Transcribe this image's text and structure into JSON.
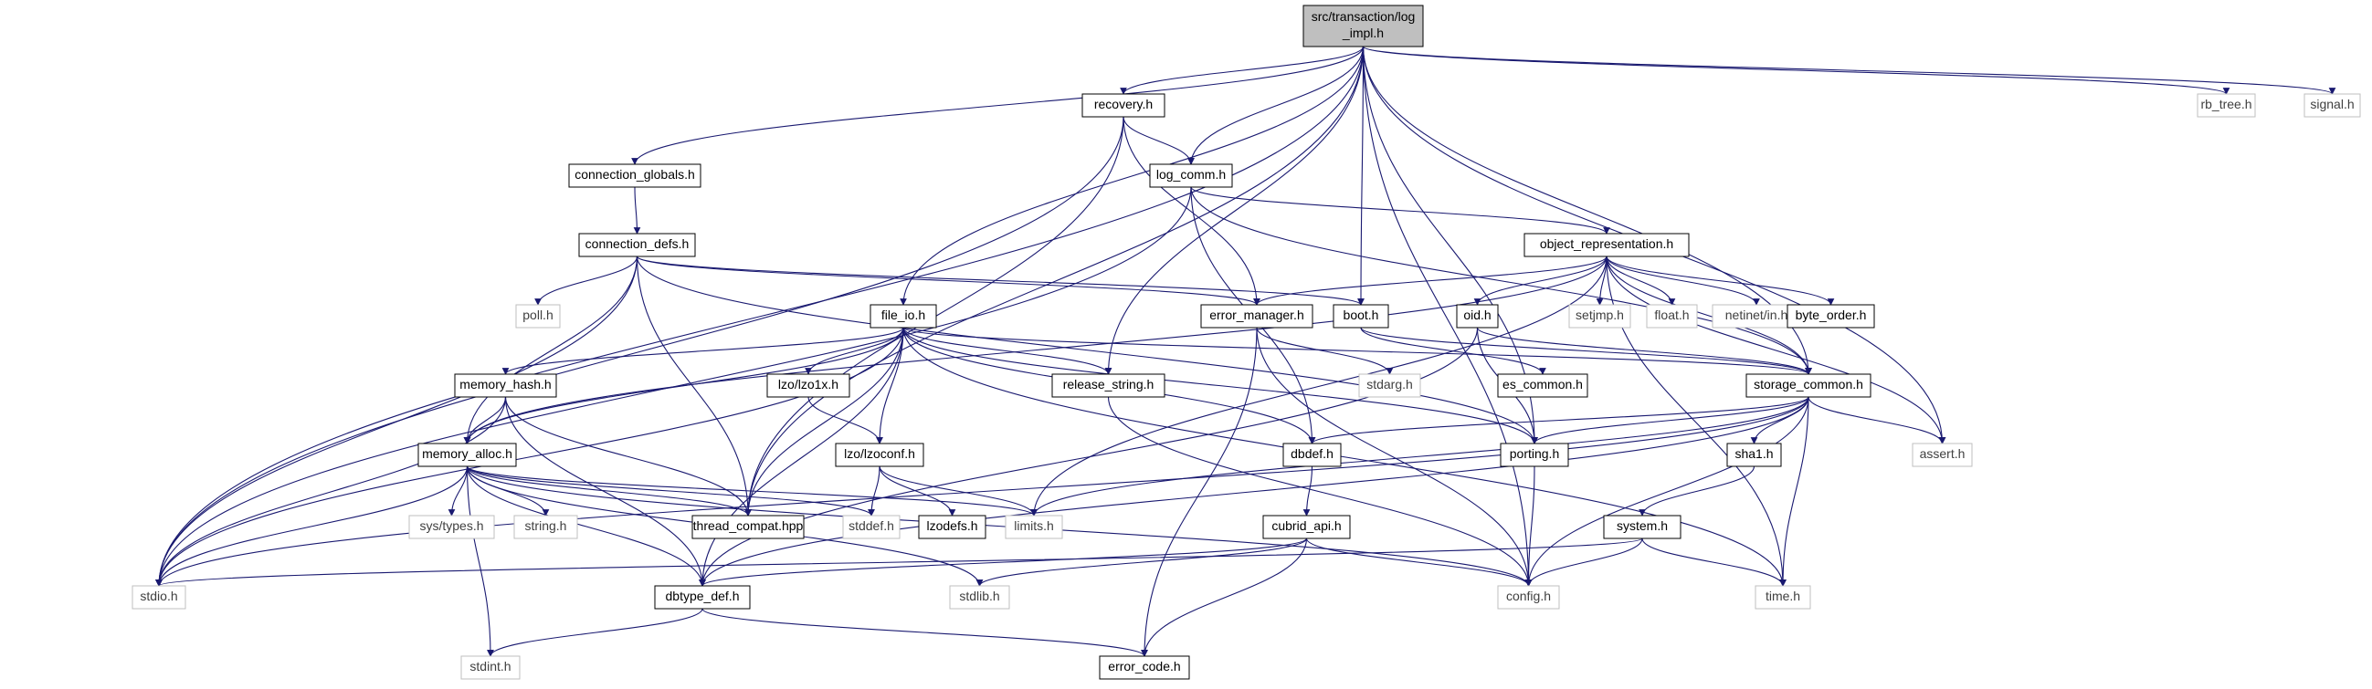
{
  "colors": {
    "root_fill": "#bfbfbf",
    "node_fill": "#ffffff",
    "node_border": "#000000",
    "ext_border": "#bfbfbf",
    "ext_text": "#404040",
    "edge": "#191970"
  },
  "nodes": {
    "root": {
      "label_lines": [
        "src/transaction/log",
        "_impl.h"
      ],
      "style": "root"
    },
    "recovery": {
      "label_lines": [
        "recovery.h"
      ],
      "style": "file"
    },
    "rb_tree": {
      "label_lines": [
        "rb_tree.h"
      ],
      "style": "ext"
    },
    "signal": {
      "label_lines": [
        "signal.h"
      ],
      "style": "ext"
    },
    "connection_globals": {
      "label_lines": [
        "connection_globals.h"
      ],
      "style": "file"
    },
    "log_comm": {
      "label_lines": [
        "log_comm.h"
      ],
      "style": "file"
    },
    "connection_defs": {
      "label_lines": [
        "connection_defs.h"
      ],
      "style": "file"
    },
    "object_representation": {
      "label_lines": [
        "object_representation.h"
      ],
      "style": "file"
    },
    "poll": {
      "label_lines": [
        "poll.h"
      ],
      "style": "ext"
    },
    "file_io": {
      "label_lines": [
        "file_io.h"
      ],
      "style": "file"
    },
    "error_manager": {
      "label_lines": [
        "error_manager.h"
      ],
      "style": "file"
    },
    "boot": {
      "label_lines": [
        "boot.h"
      ],
      "style": "file"
    },
    "oid": {
      "label_lines": [
        "oid.h"
      ],
      "style": "file"
    },
    "setjmp": {
      "label_lines": [
        "setjmp.h"
      ],
      "style": "ext"
    },
    "float": {
      "label_lines": [
        "float.h"
      ],
      "style": "ext"
    },
    "netinet_in": {
      "label_lines": [
        "netinet/in.h"
      ],
      "style": "ext"
    },
    "byte_order": {
      "label_lines": [
        "byte_order.h"
      ],
      "style": "file"
    },
    "memory_hash": {
      "label_lines": [
        "memory_hash.h"
      ],
      "style": "file"
    },
    "lzo1x": {
      "label_lines": [
        "lzo/lzo1x.h"
      ],
      "style": "file"
    },
    "release_string": {
      "label_lines": [
        "release_string.h"
      ],
      "style": "file"
    },
    "stdarg": {
      "label_lines": [
        "stdarg.h"
      ],
      "style": "ext"
    },
    "es_common": {
      "label_lines": [
        "es_common.h"
      ],
      "style": "file"
    },
    "storage_common": {
      "label_lines": [
        "storage_common.h"
      ],
      "style": "file"
    },
    "assert": {
      "label_lines": [
        "assert.h"
      ],
      "style": "ext"
    },
    "memory_alloc": {
      "label_lines": [
        "memory_alloc.h"
      ],
      "style": "file"
    },
    "lzoconf": {
      "label_lines": [
        "lzo/lzoconf.h"
      ],
      "style": "file"
    },
    "dbdef": {
      "label_lines": [
        "dbdef.h"
      ],
      "style": "file"
    },
    "porting": {
      "label_lines": [
        "porting.h"
      ],
      "style": "file"
    },
    "sha1": {
      "label_lines": [
        "sha1.h"
      ],
      "style": "file"
    },
    "sys_types": {
      "label_lines": [
        "sys/types.h"
      ],
      "style": "ext"
    },
    "string_h": {
      "label_lines": [
        "string.h"
      ],
      "style": "ext"
    },
    "thread_compat": {
      "label_lines": [
        "thread_compat.hpp"
      ],
      "style": "file"
    },
    "stddef": {
      "label_lines": [
        "stddef.h"
      ],
      "style": "ext"
    },
    "lzodefs": {
      "label_lines": [
        "lzodefs.h"
      ],
      "style": "file"
    },
    "limits": {
      "label_lines": [
        "limits.h"
      ],
      "style": "ext"
    },
    "cubrid_api": {
      "label_lines": [
        "cubrid_api.h"
      ],
      "style": "file"
    },
    "system": {
      "label_lines": [
        "system.h"
      ],
      "style": "file"
    },
    "stdio": {
      "label_lines": [
        "stdio.h"
      ],
      "style": "ext"
    },
    "dbtype_def": {
      "label_lines": [
        "dbtype_def.h"
      ],
      "style": "file"
    },
    "stdlib": {
      "label_lines": [
        "stdlib.h"
      ],
      "style": "ext"
    },
    "config": {
      "label_lines": [
        "config.h"
      ],
      "style": "ext"
    },
    "time": {
      "label_lines": [
        "time.h"
      ],
      "style": "ext"
    },
    "stdint": {
      "label_lines": [
        "stdint.h"
      ],
      "style": "ext"
    },
    "error_code": {
      "label_lines": [
        "error_code.h"
      ],
      "style": "file"
    }
  },
  "edges": [
    [
      "root",
      "recovery"
    ],
    [
      "root",
      "rb_tree"
    ],
    [
      "root",
      "signal"
    ],
    [
      "root",
      "connection_globals"
    ],
    [
      "root",
      "log_comm"
    ],
    [
      "root",
      "file_io"
    ],
    [
      "root",
      "release_string"
    ],
    [
      "root",
      "boot"
    ],
    [
      "root",
      "porting"
    ],
    [
      "root",
      "storage_common"
    ],
    [
      "root",
      "assert"
    ],
    [
      "root",
      "config"
    ],
    [
      "root",
      "thread_compat"
    ],
    [
      "root",
      "stdio"
    ],
    [
      "recovery",
      "log_comm"
    ],
    [
      "recovery",
      "error_manager"
    ],
    [
      "recovery",
      "thread_compat"
    ],
    [
      "recovery",
      "stdio"
    ],
    [
      "connection_globals",
      "connection_defs"
    ],
    [
      "log_comm",
      "object_representation"
    ],
    [
      "log_comm",
      "storage_common"
    ],
    [
      "log_comm",
      "stdio"
    ],
    [
      "log_comm",
      "dbdef"
    ],
    [
      "connection_defs",
      "error_manager"
    ],
    [
      "connection_defs",
      "poll"
    ],
    [
      "connection_defs",
      "memory_alloc"
    ],
    [
      "connection_defs",
      "stdio"
    ],
    [
      "connection_defs",
      "thread_compat"
    ],
    [
      "connection_defs",
      "porting"
    ],
    [
      "connection_defs",
      "boot"
    ],
    [
      "object_representation",
      "error_manager"
    ],
    [
      "object_representation",
      "oid"
    ],
    [
      "object_representation",
      "setjmp"
    ],
    [
      "object_representation",
      "float"
    ],
    [
      "object_representation",
      "netinet_in"
    ],
    [
      "object_representation",
      "byte_order"
    ],
    [
      "object_representation",
      "storage_common"
    ],
    [
      "object_representation",
      "assert"
    ],
    [
      "object_representation",
      "limits"
    ],
    [
      "object_representation",
      "memory_alloc"
    ],
    [
      "object_representation",
      "time"
    ],
    [
      "file_io",
      "memory_hash"
    ],
    [
      "file_io",
      "lzo1x"
    ],
    [
      "file_io",
      "lzoconf"
    ],
    [
      "file_io",
      "release_string"
    ],
    [
      "file_io",
      "storage_common"
    ],
    [
      "file_io",
      "porting"
    ],
    [
      "file_io",
      "thread_compat"
    ],
    [
      "file_io",
      "stdio"
    ],
    [
      "file_io",
      "dbtype_def"
    ],
    [
      "file_io",
      "dbdef"
    ],
    [
      "file_io",
      "memory_alloc"
    ],
    [
      "file_io",
      "time"
    ],
    [
      "error_manager",
      "stdarg"
    ],
    [
      "error_manager",
      "config"
    ],
    [
      "error_manager",
      "error_code"
    ],
    [
      "boot",
      "storage_common"
    ],
    [
      "boot",
      "es_common"
    ],
    [
      "oid",
      "storage_common"
    ],
    [
      "oid",
      "porting"
    ],
    [
      "oid",
      "dbtype_def"
    ],
    [
      "memory_hash",
      "memory_alloc"
    ],
    [
      "memory_hash",
      "thread_compat"
    ],
    [
      "memory_hash",
      "stdio"
    ],
    [
      "memory_hash",
      "dbtype_def"
    ],
    [
      "lzo1x",
      "lzoconf"
    ],
    [
      "release_string",
      "config"
    ],
    [
      "storage_common",
      "assert"
    ],
    [
      "storage_common",
      "porting"
    ],
    [
      "storage_common",
      "dbdef"
    ],
    [
      "storage_common",
      "sha1"
    ],
    [
      "storage_common",
      "limits"
    ],
    [
      "storage_common",
      "stdio"
    ],
    [
      "storage_common",
      "config"
    ],
    [
      "storage_common",
      "time"
    ],
    [
      "storage_common",
      "dbtype_def"
    ],
    [
      "memory_alloc",
      "sys_types"
    ],
    [
      "memory_alloc",
      "string_h"
    ],
    [
      "memory_alloc",
      "thread_compat"
    ],
    [
      "memory_alloc",
      "stddef"
    ],
    [
      "memory_alloc",
      "limits"
    ],
    [
      "memory_alloc",
      "stdio"
    ],
    [
      "memory_alloc",
      "dbtype_def"
    ],
    [
      "memory_alloc",
      "stdint"
    ],
    [
      "memory_alloc",
      "config"
    ],
    [
      "memory_alloc",
      "stdlib"
    ],
    [
      "lzoconf",
      "lzodefs"
    ],
    [
      "lzoconf",
      "stddef"
    ],
    [
      "lzoconf",
      "limits"
    ],
    [
      "dbdef",
      "cubrid_api"
    ],
    [
      "porting",
      "config"
    ],
    [
      "sha1",
      "system"
    ],
    [
      "cubrid_api",
      "dbtype_def"
    ],
    [
      "cubrid_api",
      "stdlib"
    ],
    [
      "cubrid_api",
      "config"
    ],
    [
      "cubrid_api",
      "error_code"
    ],
    [
      "system",
      "stdio"
    ],
    [
      "system",
      "config"
    ],
    [
      "system",
      "time"
    ],
    [
      "dbtype_def",
      "stdint"
    ],
    [
      "dbtype_def",
      "error_code"
    ]
  ]
}
